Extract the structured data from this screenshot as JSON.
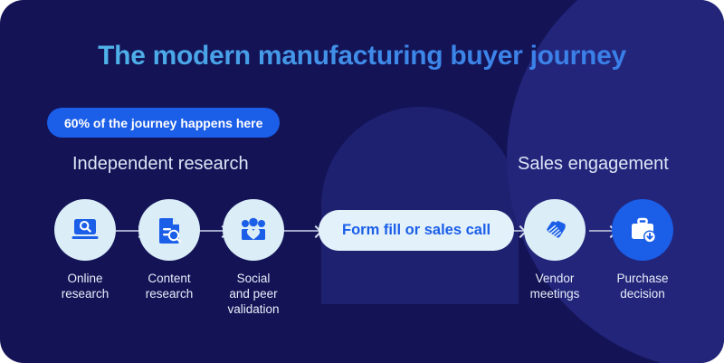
{
  "title": "The modern manufacturing buyer journey",
  "badge": {
    "label": "60% of the journey happens here"
  },
  "sections": {
    "left": "Independent research",
    "right": "Sales engagement"
  },
  "pill": {
    "label": "Form fill or sales call"
  },
  "steps": [
    {
      "id": "online-research",
      "label": "Online\nresearch",
      "icon": "laptop-search-icon",
      "style": "light"
    },
    {
      "id": "content-research",
      "label": "Content\nresearch",
      "icon": "document-search-icon",
      "style": "light"
    },
    {
      "id": "social-validation",
      "label": "Social\nand peer\nvalidation",
      "icon": "people-heart-icon",
      "style": "light"
    },
    {
      "id": "vendor-meetings",
      "label": "Vendor\nmeetings",
      "icon": "handshake-icon",
      "style": "light"
    },
    {
      "id": "purchase-decision",
      "label": "Purchase\ndecision",
      "icon": "briefcase-download-icon",
      "style": "filled"
    }
  ],
  "colors": {
    "background": "#131356",
    "arch": "#1E2170",
    "circle": "#22257A",
    "accent_blue": "#1B5EE8",
    "title_gradient_start": "#56C2E8",
    "title_gradient_end": "#3A7BE8",
    "bubble_light": "#DBEEF8",
    "pill_background": "#E3F1FB",
    "text_light": "#E8EEFA",
    "connector": "#9FA6C8"
  }
}
